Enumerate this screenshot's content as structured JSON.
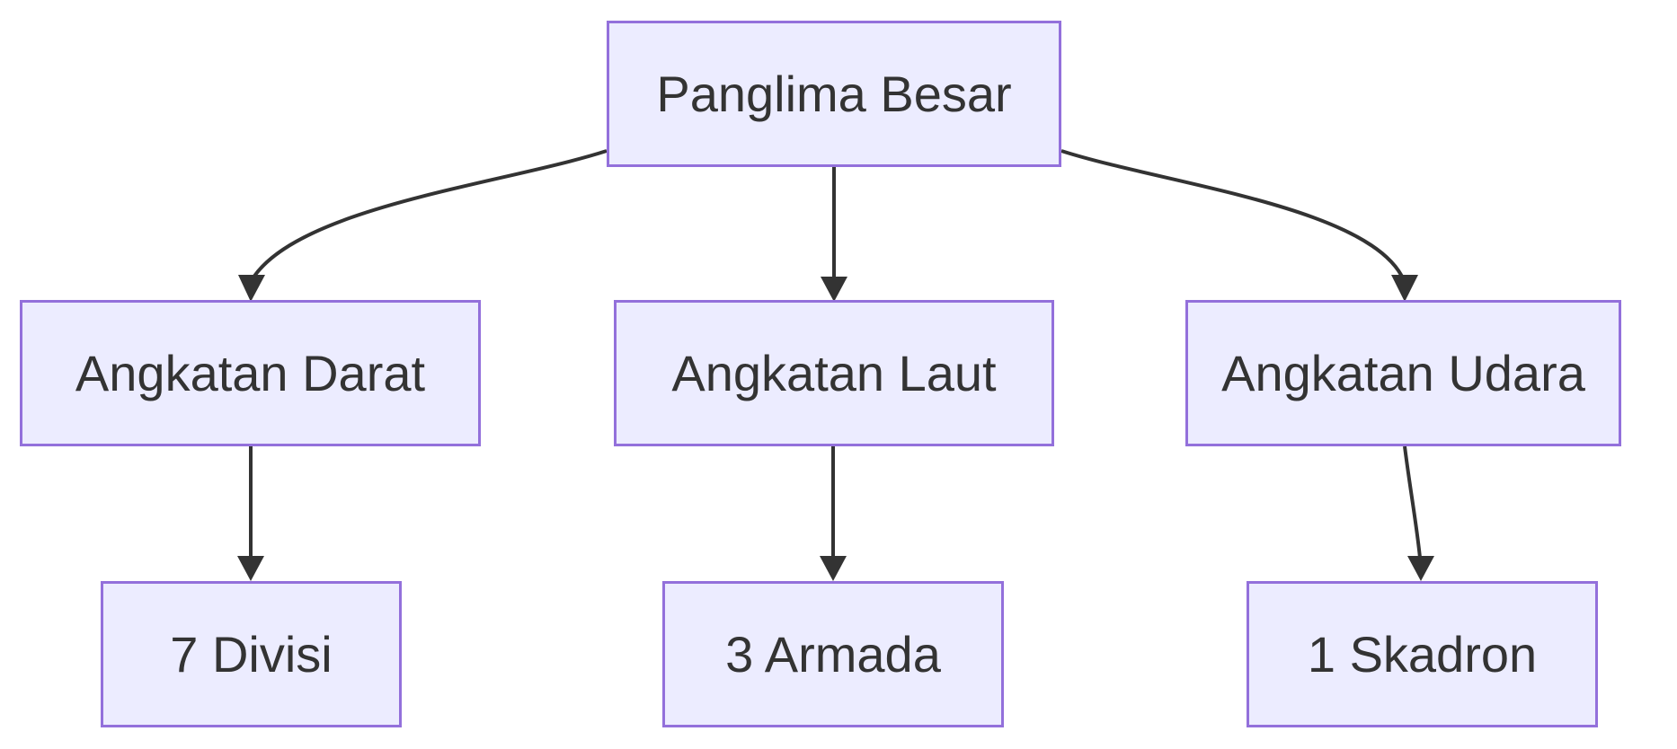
{
  "diagram": {
    "type": "flowchart-top-down",
    "nodes": {
      "root": {
        "label": "Panglima Besar"
      },
      "branch1": {
        "label": "Angkatan Darat"
      },
      "branch2": {
        "label": "Angkatan Laut"
      },
      "branch3": {
        "label": "Angkatan Udara"
      },
      "leaf1": {
        "label": "7 Divisi"
      },
      "leaf2": {
        "label": "3 Armada"
      },
      "leaf3": {
        "label": "1 Skadron"
      }
    },
    "edges": [
      {
        "from": "Panglima Besar",
        "to": "Angkatan Darat"
      },
      {
        "from": "Panglima Besar",
        "to": "Angkatan Laut"
      },
      {
        "from": "Panglima Besar",
        "to": "Angkatan Udara"
      },
      {
        "from": "Angkatan Darat",
        "to": "7 Divisi"
      },
      {
        "from": "Angkatan Laut",
        "to": "3 Armada"
      },
      {
        "from": "Angkatan Udara",
        "to": "1 Skadron"
      }
    ],
    "colors": {
      "node_fill": "#ECECFF",
      "node_border": "#9370DB",
      "edge_line": "#333333",
      "label_text": "#333333",
      "background": "#FFFFFF"
    }
  }
}
